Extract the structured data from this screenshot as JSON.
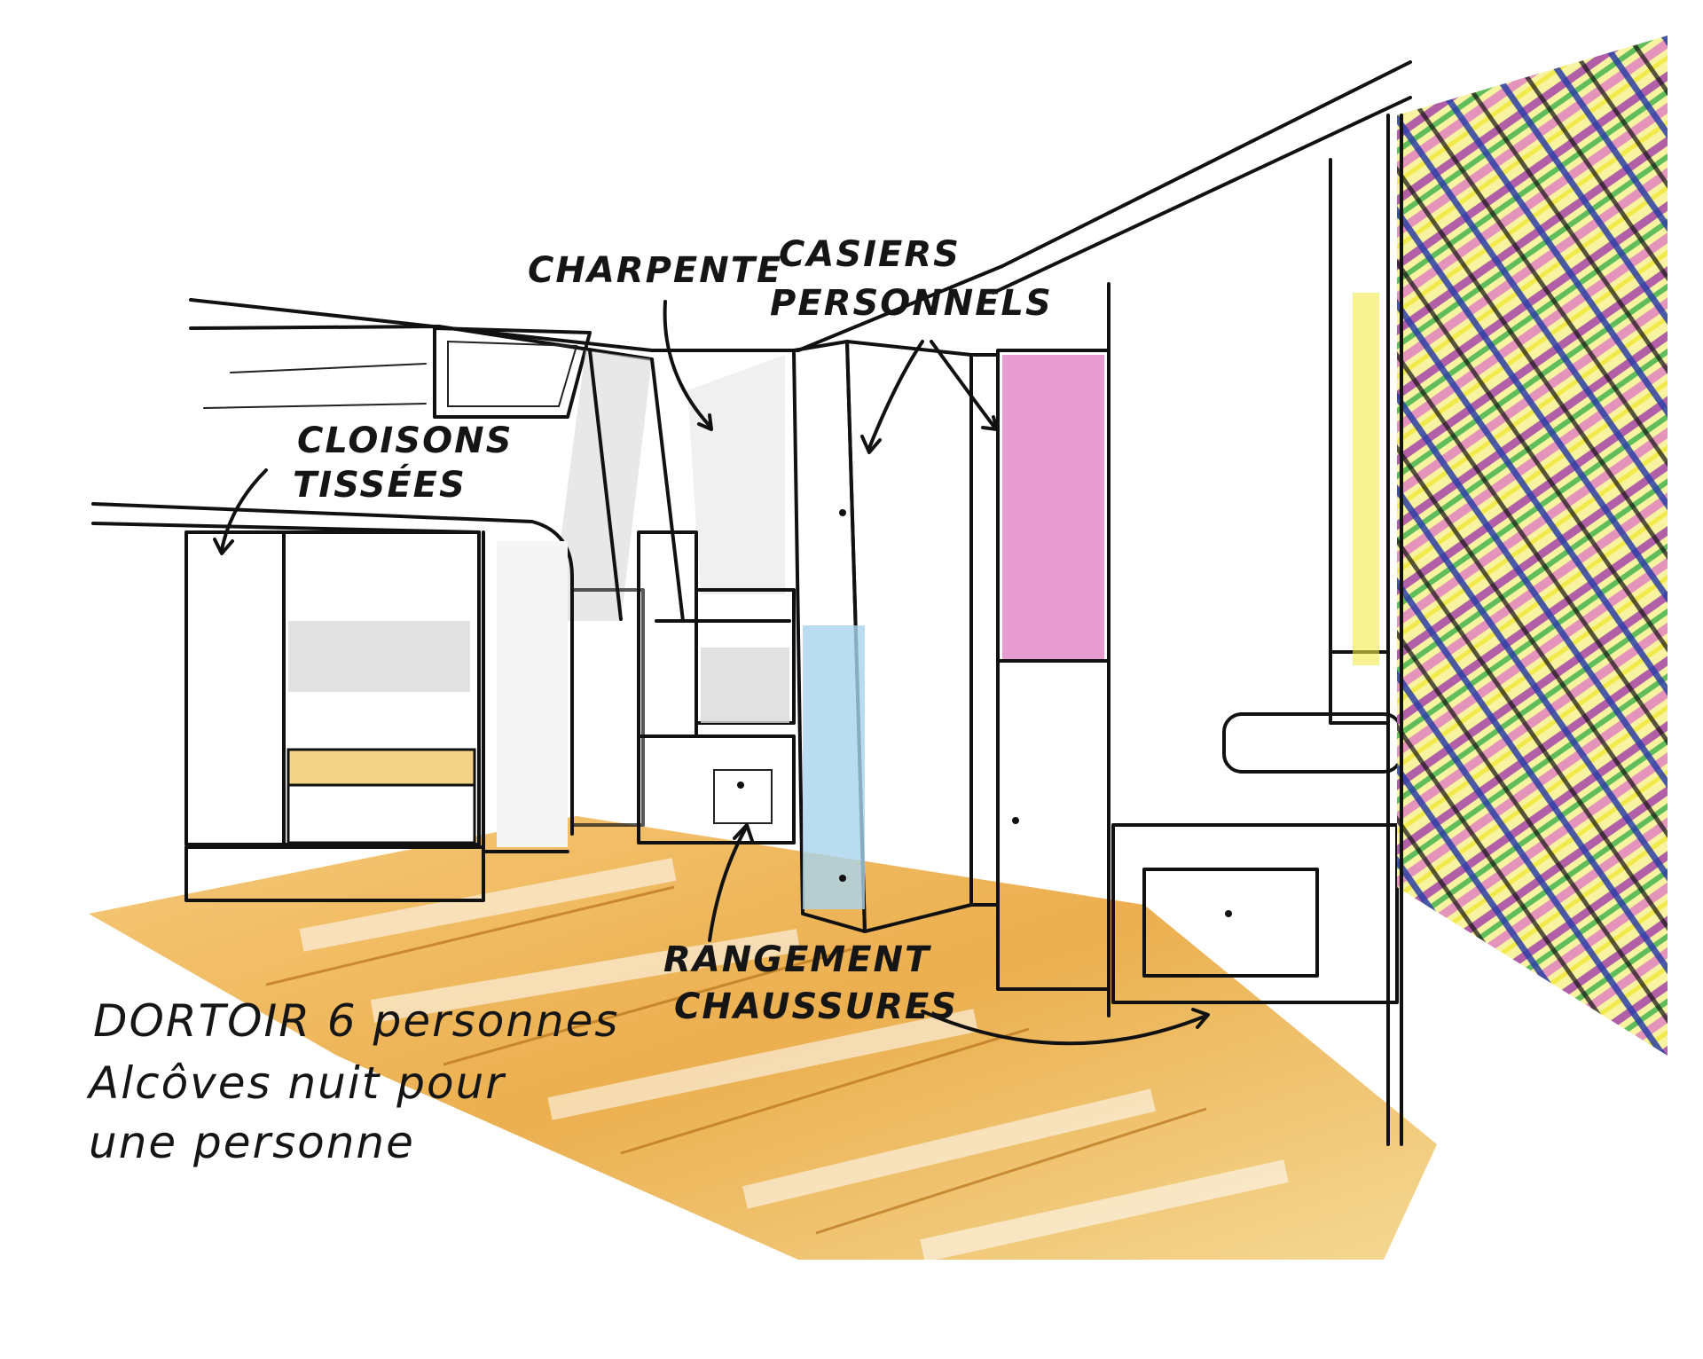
{
  "annotations": {
    "cloisons": [
      "CLOISONS",
      "TISSÉES"
    ],
    "charpente": "CHARPENTE",
    "casiers": [
      "CASIERS",
      "PERSONNELS"
    ],
    "rangement": [
      "RANGEMENT",
      "CHAUSSURES"
    ],
    "title": [
      "DORTOIR 6 personnes",
      "Alcôves nuit pour",
      "une personne"
    ]
  },
  "colors": {
    "wood": "#e9a63b",
    "wood_dark": "#c98526",
    "wood_light": "#f5c36a",
    "pink": "#e07cc2",
    "yellow": "#f2e94a",
    "blue": "#2c3fa6",
    "green": "#3cae4a",
    "purple": "#a546a8",
    "light_blue": "#a9d3ee",
    "grey": "#cfcfcf",
    "ink": "#111111"
  }
}
